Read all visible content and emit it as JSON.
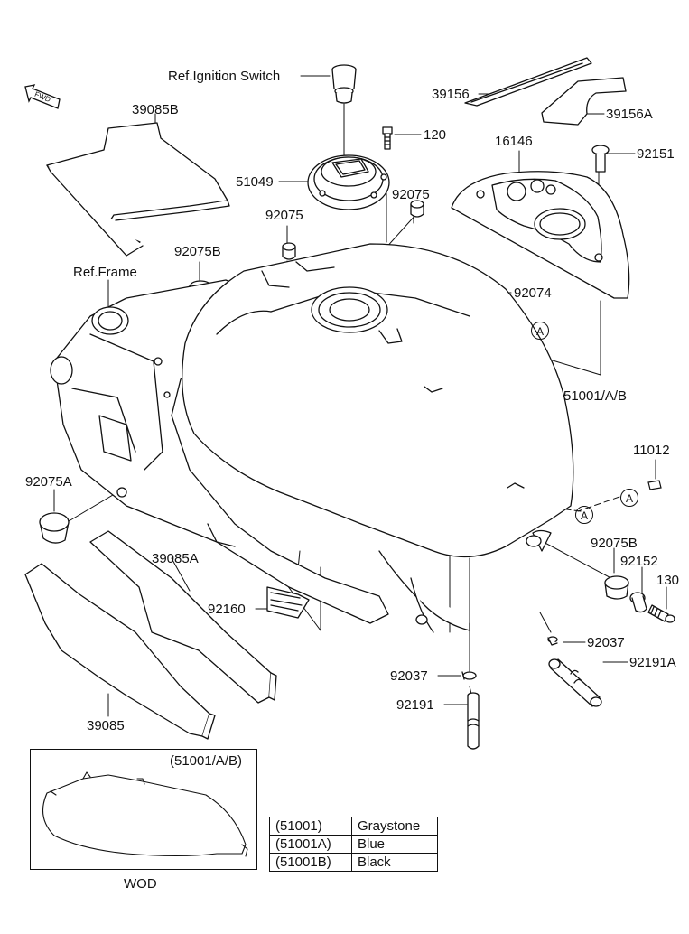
{
  "direction_label": "FWD",
  "labels": {
    "ref_ignition": "Ref.Ignition Switch",
    "p39156": "39156",
    "p39156a": "39156A",
    "p39085b": "39085B",
    "p120": "120",
    "p16146": "16146",
    "p92151": "92151",
    "p51049": "51049",
    "p92075_left": "92075",
    "p92075_right": "92075",
    "p92075b_top": "92075B",
    "ref_frame": "Ref.Frame",
    "p92074": "92074",
    "p51001ab": "51001/A/B",
    "p11012": "11012",
    "p92075a": "92075A",
    "p39085a": "39085A",
    "p92160": "92160",
    "p92075b_bottom": "92075B",
    "p92152": "92152",
    "p130": "130",
    "p92037_right": "92037",
    "p92191a": "92191A",
    "p92037_left": "92037",
    "p92191": "92191",
    "p39085": "39085"
  },
  "ref_marker": "A",
  "wod": {
    "title": "(51001/A/B)",
    "caption": "WOD"
  },
  "color_table": [
    {
      "code": "(51001)",
      "color": "Graystone"
    },
    {
      "code": "(51001A)",
      "color": "Blue"
    },
    {
      "code": "(51001B)",
      "color": "Black"
    }
  ]
}
